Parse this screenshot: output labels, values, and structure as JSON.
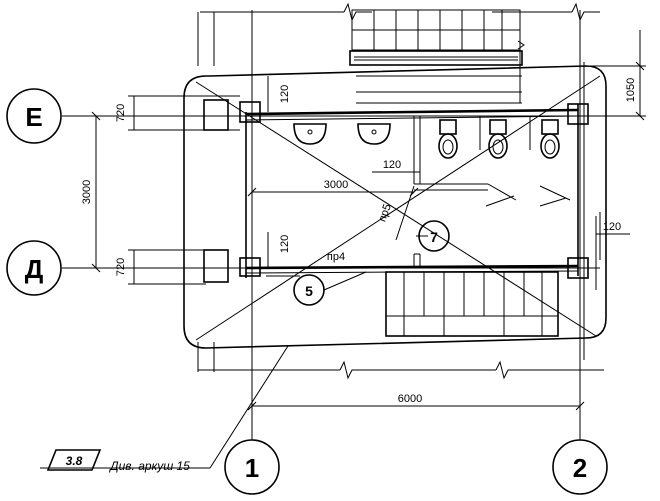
{
  "grid_axes": {
    "col_1": "1",
    "col_2": "2",
    "row_e": "Е",
    "row_d": "Д"
  },
  "dimensions": {
    "d_720_top": "720",
    "d_720_bottom": "720",
    "d_3000_vertical": "3000",
    "d_3000_horizontal": "3000",
    "d_6000": "6000",
    "d_1050": "1050",
    "d_120_top": "120",
    "d_120_mid": "120",
    "d_120_left": "120",
    "d_120_right": "120"
  },
  "openings": {
    "pr4": "пр4",
    "pr5": "пр5"
  },
  "markers": {
    "node_5": "5",
    "node_7": "7"
  },
  "reference": {
    "sheet_code": "3.8",
    "sheet_note": "Див. аркуш 15"
  }
}
